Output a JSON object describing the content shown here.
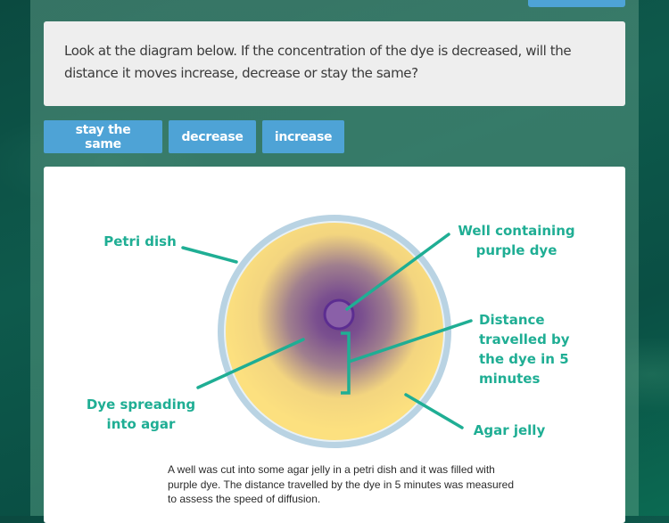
{
  "question": {
    "text": "Look at the diagram below. If the concentration of the dye is decreased, will the distance it moves increase, decrease or stay the same?"
  },
  "answers": [
    {
      "label": "stay the same"
    },
    {
      "label": "decrease"
    },
    {
      "label": "increase"
    }
  ],
  "diagram": {
    "labels": {
      "petri_dish": "Petri dish",
      "well": "Well containing purple dye",
      "distance": "Distance travelled by the dye in 5 minutes",
      "dye_spreading": "Dye spreading into agar",
      "agar_jelly": "Agar jelly"
    },
    "colors": {
      "label_teal": "#1fae94",
      "agar_yellow": "#fce07f",
      "dish_rim": "#b9d3e3",
      "dye_purple": "#7a4f8f",
      "well_fill": "#8a60a8",
      "well_stroke": "#5c2d91"
    },
    "caption": "A well was cut into some agar jelly in a petri dish and it was filled with purple dye. The distance travelled by the dye in 5 minutes was measured to assess the speed of diffusion."
  },
  "colors": {
    "button_blue": "#4ea3d6",
    "question_bg": "#eeeeee"
  }
}
